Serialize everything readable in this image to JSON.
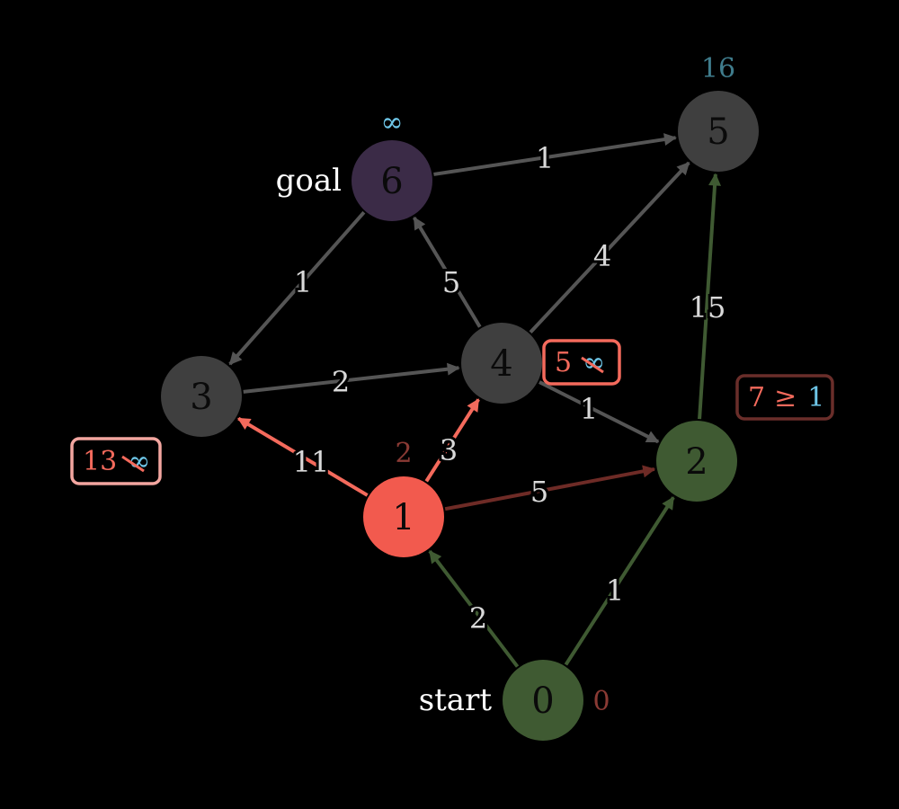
{
  "colors": {
    "background": "#000000",
    "node_default": "#3f3f3f",
    "node_goal": "#3b2b47",
    "node_visited": "#3f5a32",
    "node_current": "#f25a4e",
    "edge_default": "#555555",
    "edge_tree": "#3f5a32",
    "edge_active": "#f46a5c",
    "edge_relaxed": "#6e2b26",
    "dist_blue": "#6ec6e8",
    "dist_dark_blue": "#3f7c8c",
    "dist_red": "#8a3a34",
    "box_red": "#f46a5c",
    "box_pink": "#f3a6a0",
    "box_dark": "#6a2e2a"
  },
  "graph": {
    "nodes": [
      {
        "id": "0",
        "label": "0",
        "kind": "visited",
        "side_label": "start",
        "dist": "0",
        "dist_color": "dist_red"
      },
      {
        "id": "1",
        "label": "1",
        "kind": "current",
        "dist": "2",
        "dist_color": "dist_red"
      },
      {
        "id": "2",
        "label": "2",
        "kind": "visited"
      },
      {
        "id": "3",
        "label": "3",
        "kind": "default"
      },
      {
        "id": "4",
        "label": "4",
        "kind": "default"
      },
      {
        "id": "5",
        "label": "5",
        "kind": "default",
        "dist": "16",
        "dist_color": "dist_dark_blue"
      },
      {
        "id": "6",
        "label": "6",
        "kind": "goal",
        "side_label": "goal",
        "dist": "∞",
        "dist_color": "dist_blue"
      }
    ],
    "edges": [
      {
        "from": "0",
        "to": "1",
        "weight": "2",
        "kind": "tree"
      },
      {
        "from": "0",
        "to": "2",
        "weight": "1",
        "kind": "tree"
      },
      {
        "from": "2",
        "to": "5",
        "weight": "15",
        "kind": "tree"
      },
      {
        "from": "1",
        "to": "3",
        "weight": "11",
        "kind": "active"
      },
      {
        "from": "1",
        "to": "4",
        "weight": "3",
        "kind": "active"
      },
      {
        "from": "1",
        "to": "2",
        "weight": "5",
        "kind": "relaxed"
      },
      {
        "from": "3",
        "to": "4",
        "weight": "2",
        "kind": "default"
      },
      {
        "from": "4",
        "to": "2",
        "weight": "1",
        "kind": "default"
      },
      {
        "from": "4",
        "to": "6",
        "weight": "5",
        "kind": "default"
      },
      {
        "from": "4",
        "to": "5",
        "weight": "4",
        "kind": "default"
      },
      {
        "from": "6",
        "to": "5",
        "weight": "1",
        "kind": "default"
      },
      {
        "from": "6",
        "to": "3",
        "weight": "1",
        "kind": "default"
      }
    ],
    "comparisons": [
      {
        "node": "3",
        "new": "13",
        "old": "∞",
        "style": "pink",
        "struck": true
      },
      {
        "node": "4",
        "new": "5",
        "old": "∞",
        "style": "red",
        "struck": true
      },
      {
        "node": "2",
        "new": "7",
        "op": "≥",
        "old": "1",
        "style": "dark",
        "struck": false
      }
    ]
  }
}
